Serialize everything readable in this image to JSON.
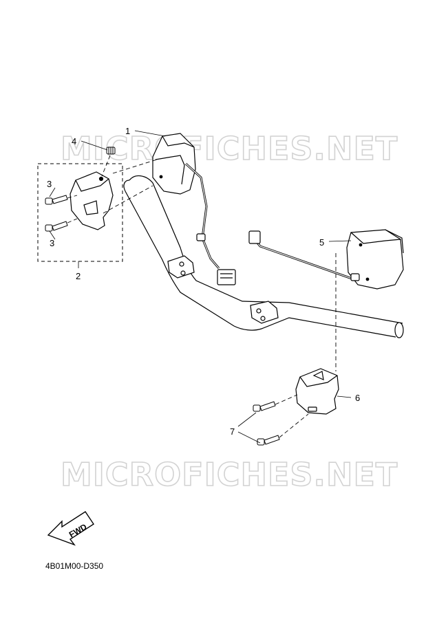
{
  "watermark": "MICROFICHES.NET",
  "callouts": {
    "c1": "1",
    "c2": "2",
    "c3a": "3",
    "c3b": "3",
    "c4": "4",
    "c5": "5",
    "c6": "6",
    "c7": "7"
  },
  "fwd_label": "FWD",
  "diagram_code": "4B01M00-D350",
  "colors": {
    "line": "#000000",
    "part_fill": "#ffffff",
    "watermark": "#d2d2d2"
  }
}
